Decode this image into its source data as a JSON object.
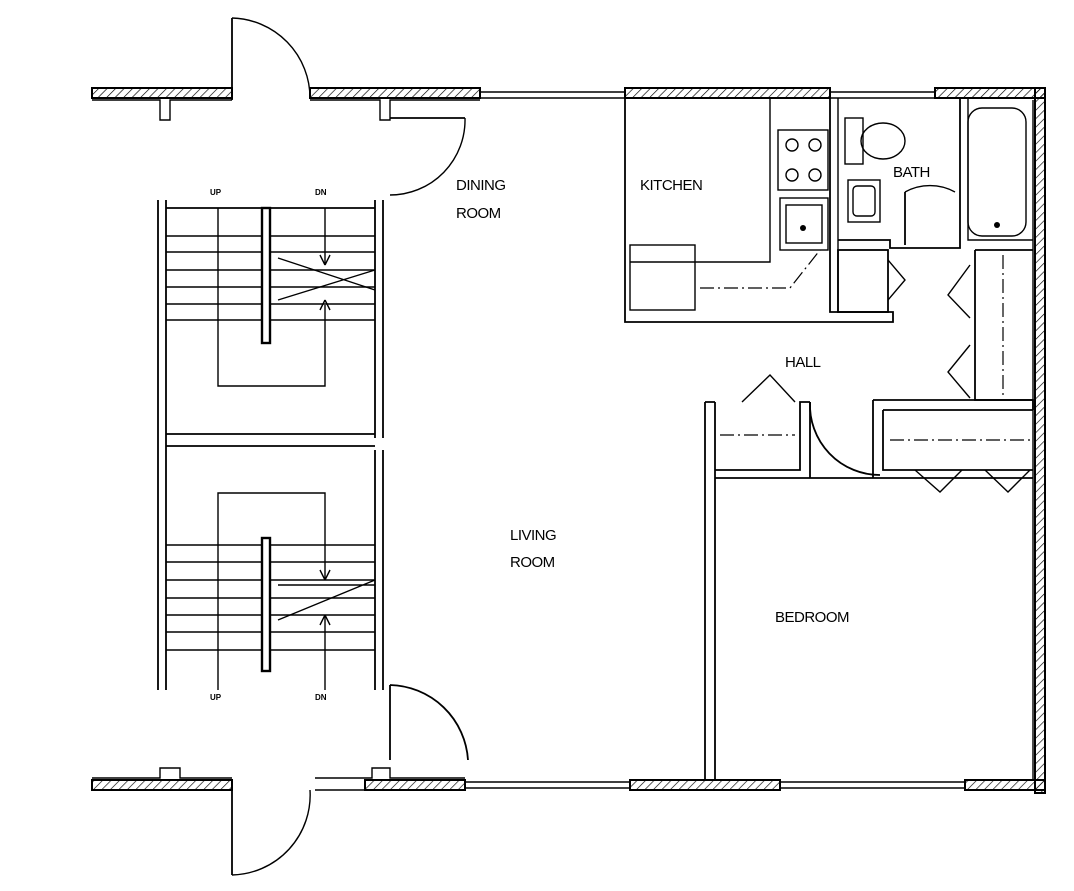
{
  "rooms": {
    "dining": {
      "line1": "DINING",
      "line2": "ROOM"
    },
    "kitchen": "KITCHEN",
    "bath": "BATH",
    "hall": "HALL",
    "living": {
      "line1": "LIVING",
      "line2": "ROOM"
    },
    "bedroom": "BEDROOM"
  },
  "stairs": {
    "upper": {
      "up": "UP",
      "down": "DN"
    },
    "lower": {
      "up": "UP",
      "down": "DN"
    }
  }
}
